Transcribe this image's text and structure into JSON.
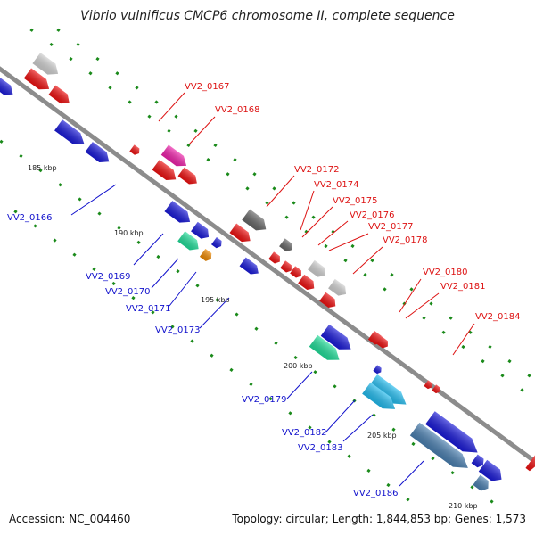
{
  "title": "Vibrio vulnificus CMCP6 chromosome II, complete sequence",
  "accession": "Accession: NC_004460",
  "summary": "Topology: circular; Length: 1,844,853 bp; Genes: 1,573",
  "colors": {
    "backbone": "#8c8c8c",
    "dots": "#1a8a1a",
    "red": "#ee1111",
    "blue": "#1a1ad8",
    "grey": "#666666",
    "light_grey": "#cfcfcf",
    "magenta": "#ee22aa",
    "green": "#22dd99",
    "orange": "#ee8800",
    "cyan": "#22bbee",
    "steel": "#4a7fb0",
    "red_label": "#dd1111",
    "blue_label": "#1111cc"
  },
  "kbp_ticks": [
    "185 kbp",
    "190 kbp",
    "195 kbp",
    "200 kbp",
    "205 kbp",
    "210 kbp"
  ],
  "labels_top": [
    "VV2_0167",
    "VV2_0168",
    "VV2_0172",
    "VV2_0174",
    "VV2_0175",
    "VV2_0176",
    "VV2_0177",
    "VV2_0178",
    "VV2_0180",
    "VV2_0181",
    "VV2_0184"
  ],
  "labels_bottom": [
    "VV2_0166",
    "VV2_0169",
    "VV2_0170",
    "VV2_0171",
    "VV2_0173",
    "VV2_0179",
    "VV2_0182",
    "VV2_0183",
    "VV2_0186"
  ]
}
